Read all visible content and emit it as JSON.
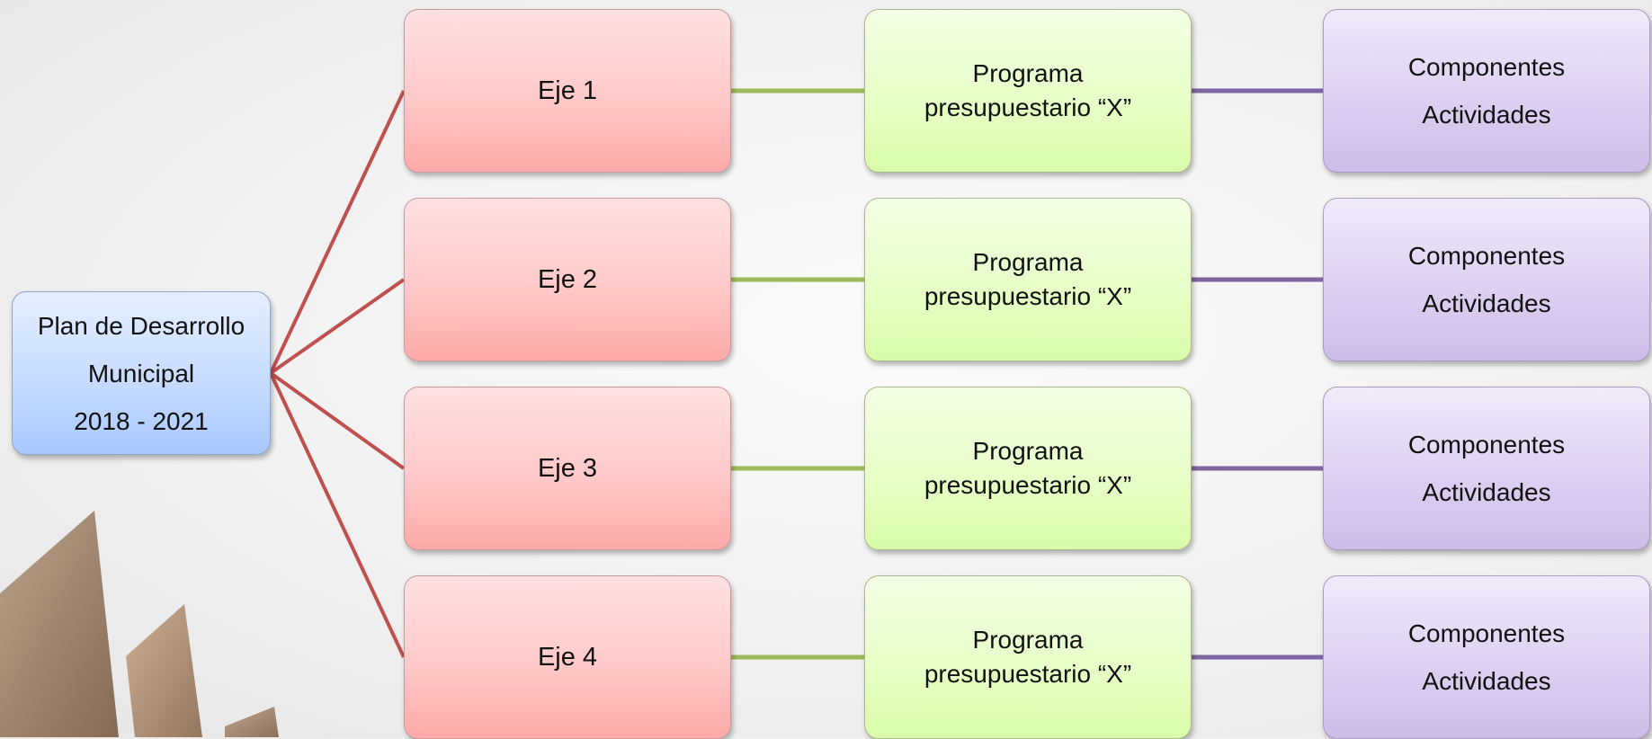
{
  "colors": {
    "branch_line": "#c0504d",
    "program_line": "#9bbb59",
    "component_line": "#8064a2",
    "root_fill": "#a9c9ff",
    "eje_fill": "#ffa9a9",
    "program_fill": "#d9fba9",
    "component_fill": "#cdbde9"
  },
  "root": {
    "line1": "Plan de Desarrollo",
    "line2": "Municipal",
    "line3": "2018 - 2021"
  },
  "rows": [
    {
      "eje": "Eje 1",
      "program": {
        "line1": "Programa",
        "line2": "presupuestario “X”"
      },
      "components": {
        "line1": "Componentes",
        "line2": "Actividades"
      }
    },
    {
      "eje": "Eje 2",
      "program": {
        "line1": "Programa",
        "line2": "presupuestario “X”"
      },
      "components": {
        "line1": "Componentes",
        "line2": "Actividades"
      }
    },
    {
      "eje": "Eje 3",
      "program": {
        "line1": "Programa",
        "line2": "presupuestario “X”"
      },
      "components": {
        "line1": "Componentes",
        "line2": "Actividades"
      }
    },
    {
      "eje": "Eje 4",
      "program": {
        "line1": "Programa",
        "line2": "presupuestario “X”"
      },
      "components": {
        "line1": "Componentes",
        "line2": "Actividades"
      }
    }
  ]
}
